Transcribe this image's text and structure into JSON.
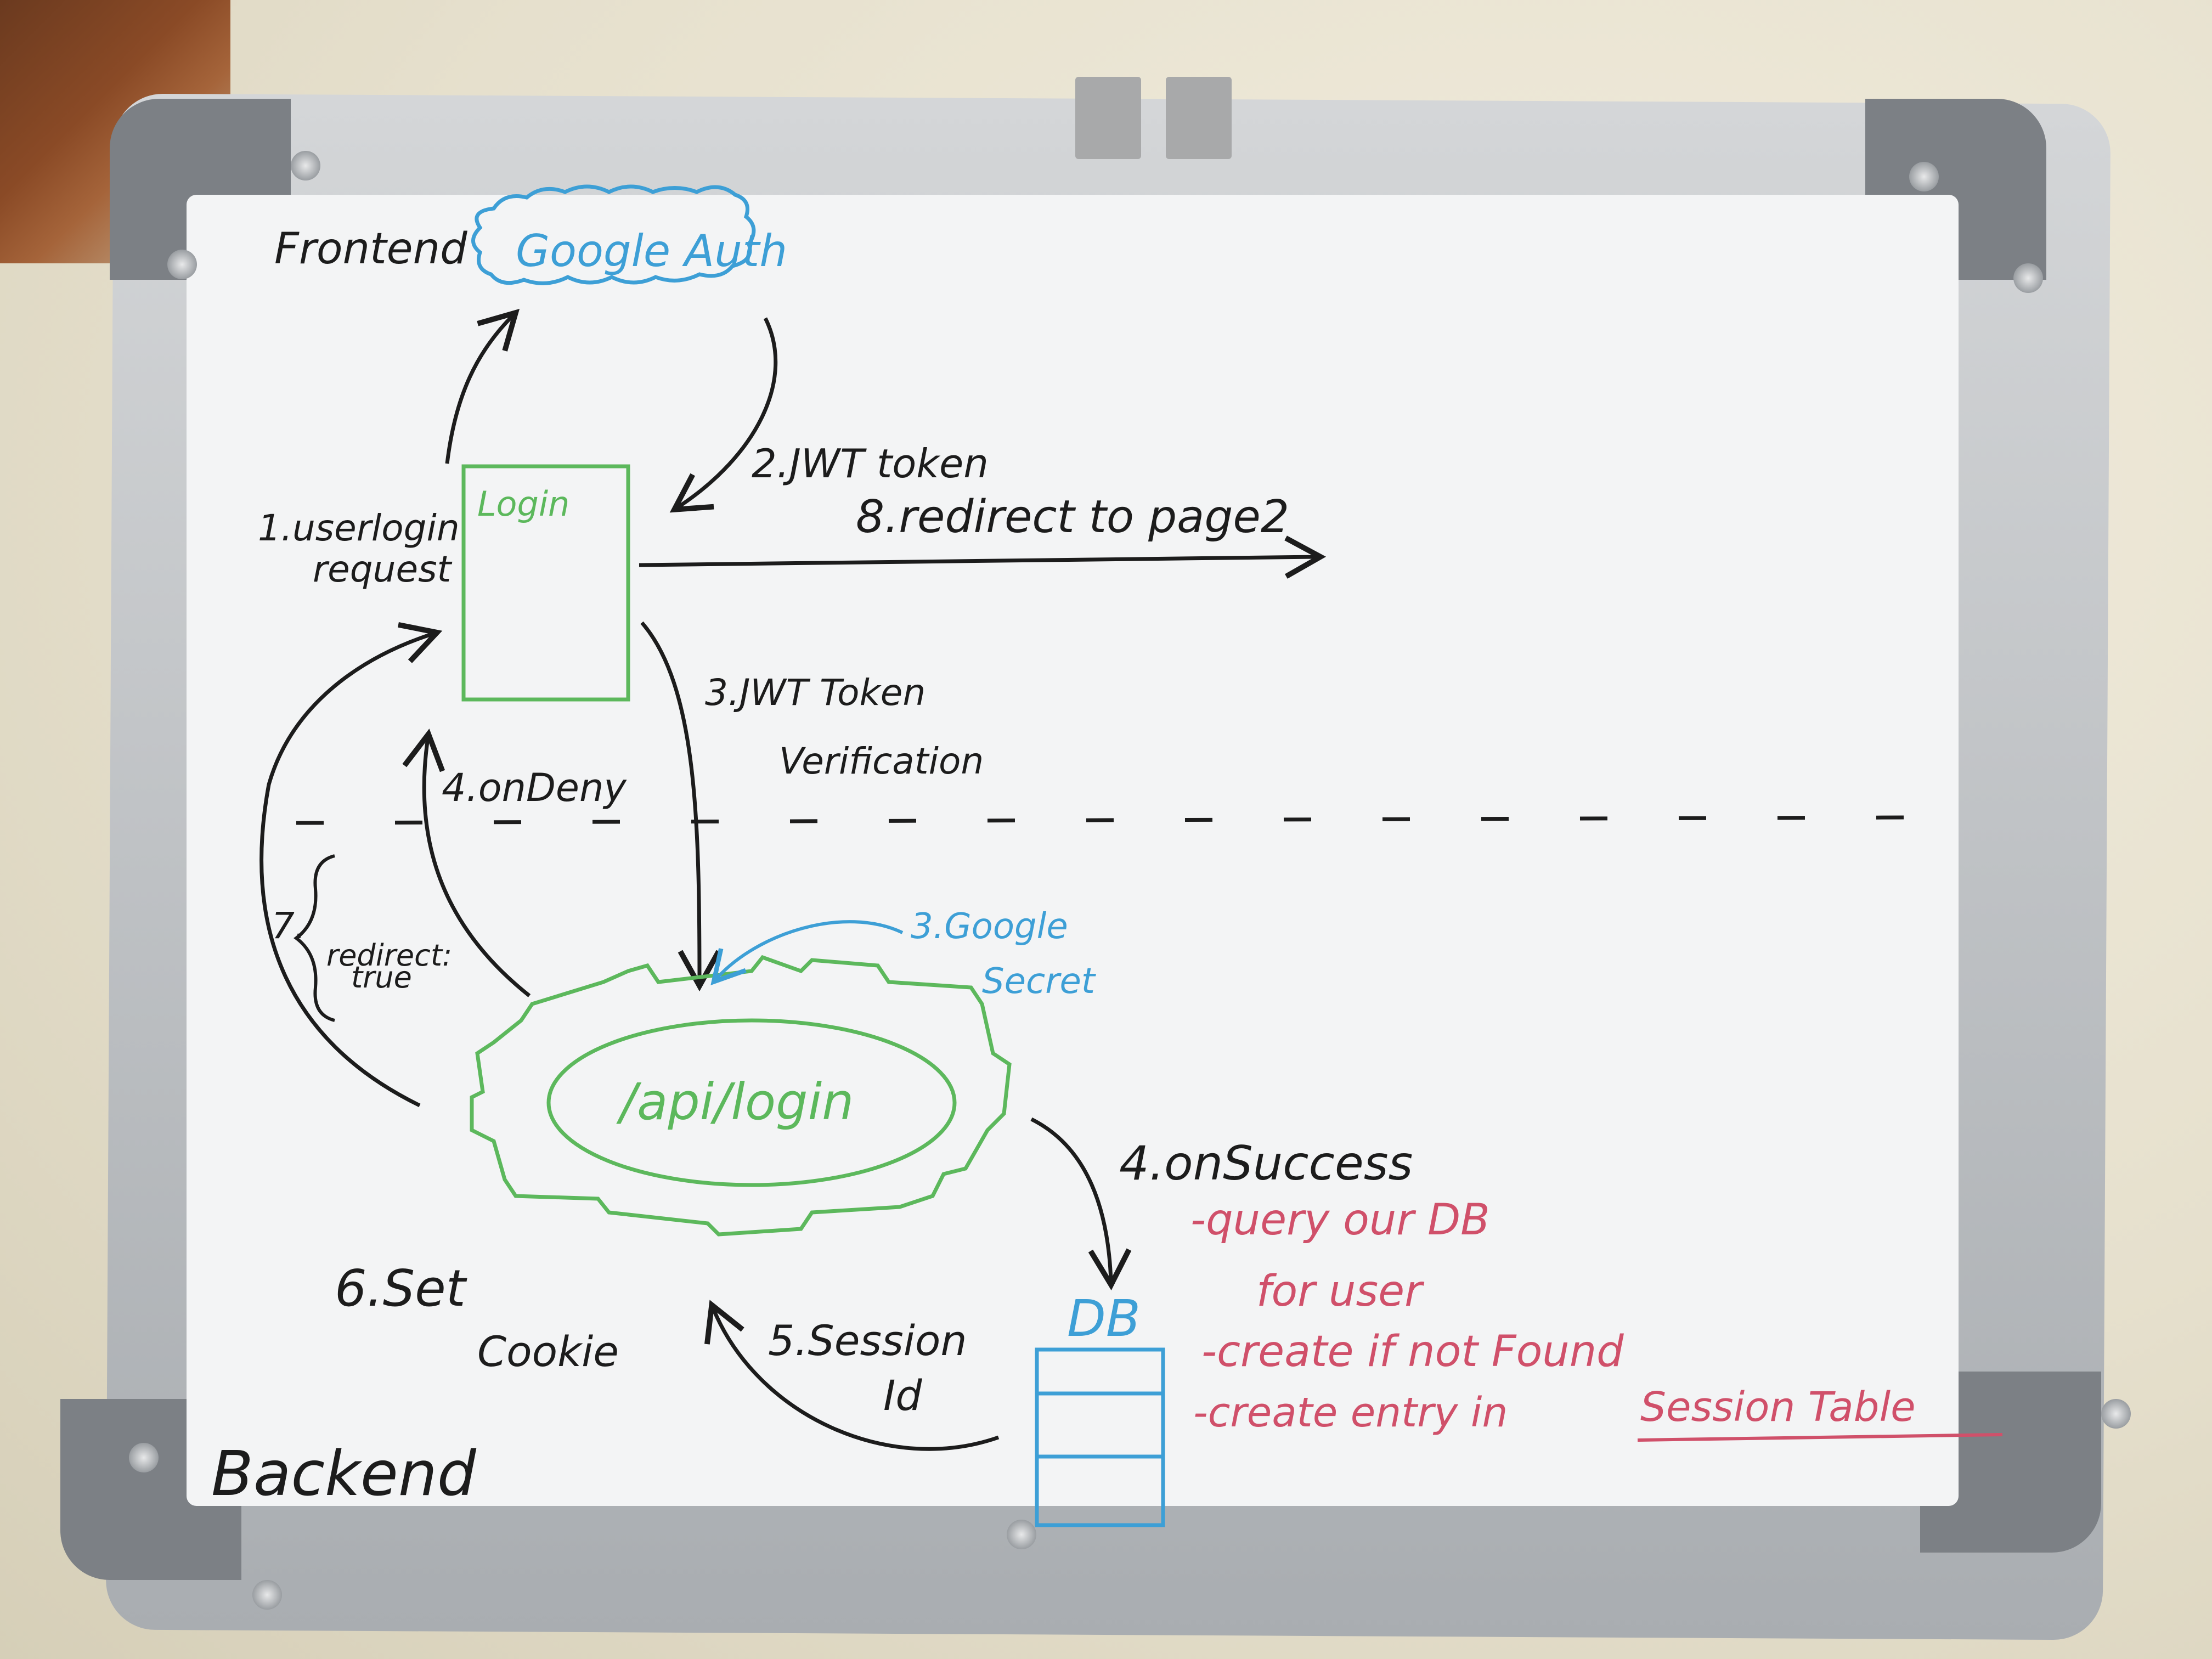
{
  "labels": {
    "frontend": "Frontend",
    "google_auth": "Google Auth",
    "login": "Login",
    "user_login_request_1": "1.userlogin",
    "user_login_request_2": "request",
    "jwt_token": "2.JWT token",
    "redirect_page2": "8.redirect to page2",
    "jwt_verification_1": "3.JWT Token",
    "jwt_verification_2": "Verification",
    "on_deny": "4.onDeny",
    "seven": "7.",
    "redirect_true_1": "redirect:",
    "redirect_true_2": "true",
    "google_secret_1": "3.Google",
    "google_secret_2": "Secret",
    "api_login": "/api/login",
    "on_success": "4.onSuccess",
    "query_db_1": "-query our DB",
    "query_db_2": "for user",
    "create_if_not_found": "-create if not Found",
    "create_entry": "-create entry in",
    "session_table": "Session Table",
    "db": "DB",
    "session_id_1": "5.Session",
    "session_id_2": "Id",
    "set_cookie_1": "6.Set",
    "set_cookie_2": "Cookie",
    "backend": "Backend"
  },
  "colors": {
    "black_marker": "#1c1c1c",
    "green_marker": "#5cb85c",
    "blue_marker": "#3d9fd6",
    "red_marker": "#d0506a",
    "board": "#f3f4f5"
  }
}
